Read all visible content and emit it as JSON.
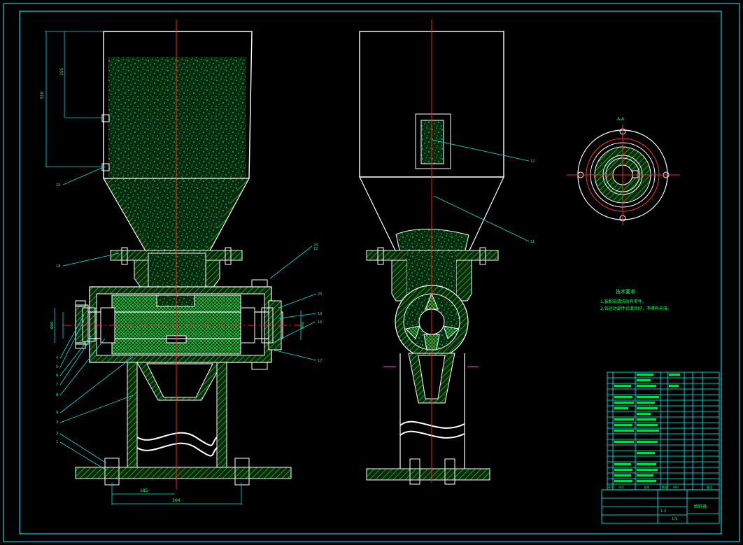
{
  "drawing": {
    "section_label": "A-A",
    "dims": {
      "hopper_height": "318",
      "window_height": "195",
      "base_span": "185",
      "base_width": "304",
      "shaft_left_dia": "Ø80",
      "shaft_right_dia": "Ø60"
    },
    "balloons_left": [
      "21",
      "18",
      "4",
      "5",
      "6",
      "7",
      "8",
      "9",
      "3",
      "2",
      "1"
    ],
    "balloons_right": [
      "23",
      "22",
      "20",
      "19",
      "16",
      "17"
    ],
    "balloons_side": [
      "12",
      "11"
    ],
    "tech_req": {
      "title": "技术要求",
      "line1": "1.装配前清洗所有零件。",
      "line2": "2.各运动部件润滑良好，不得有卡滞。"
    },
    "title_block": {
      "drawing_name": "给料器",
      "scale": "1:1",
      "sheet": "1/1",
      "header": [
        "序号",
        "代号",
        "名称",
        "数量",
        "材料",
        "备注"
      ]
    }
  },
  "colors": {
    "frame": "#00ffff",
    "outline": "#ffffff",
    "fill": "#00cc44",
    "center": "#ff2020",
    "leader": "#00e0e0",
    "text": "#00ff66"
  }
}
